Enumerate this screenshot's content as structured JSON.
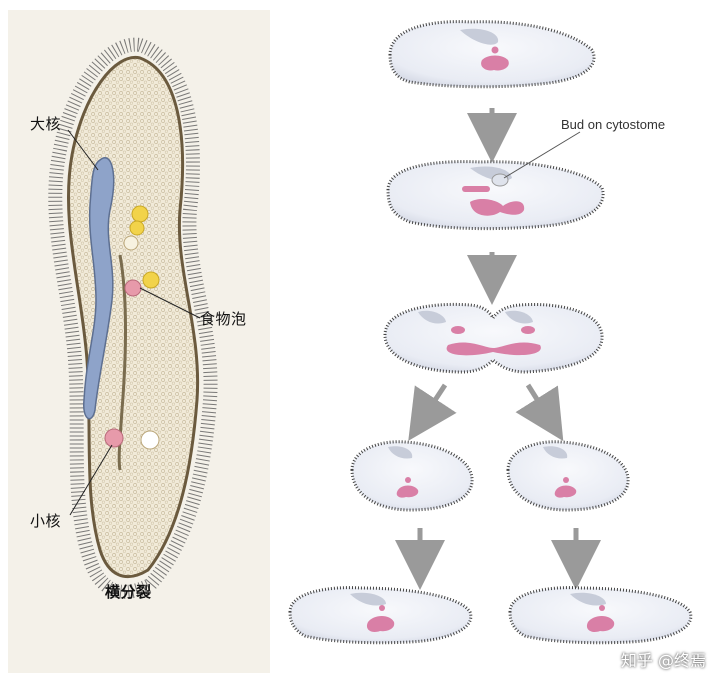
{
  "left_figure": {
    "labels": {
      "macronucleus": "大核",
      "food_vacuole": "食物泡",
      "micronucleus": "小核",
      "caption": "横分裂"
    }
  },
  "right_figure": {
    "annotation": "Bud on cytostome"
  },
  "colors": {
    "cell_fill": "#eef0f7",
    "cilia": "#444444",
    "nucleus_pink": "#d97fa6",
    "arrow_gray": "#9a9a9a",
    "macronucleus_blue": "#8ea3c9"
  },
  "watermark": "知乎 @终焉"
}
